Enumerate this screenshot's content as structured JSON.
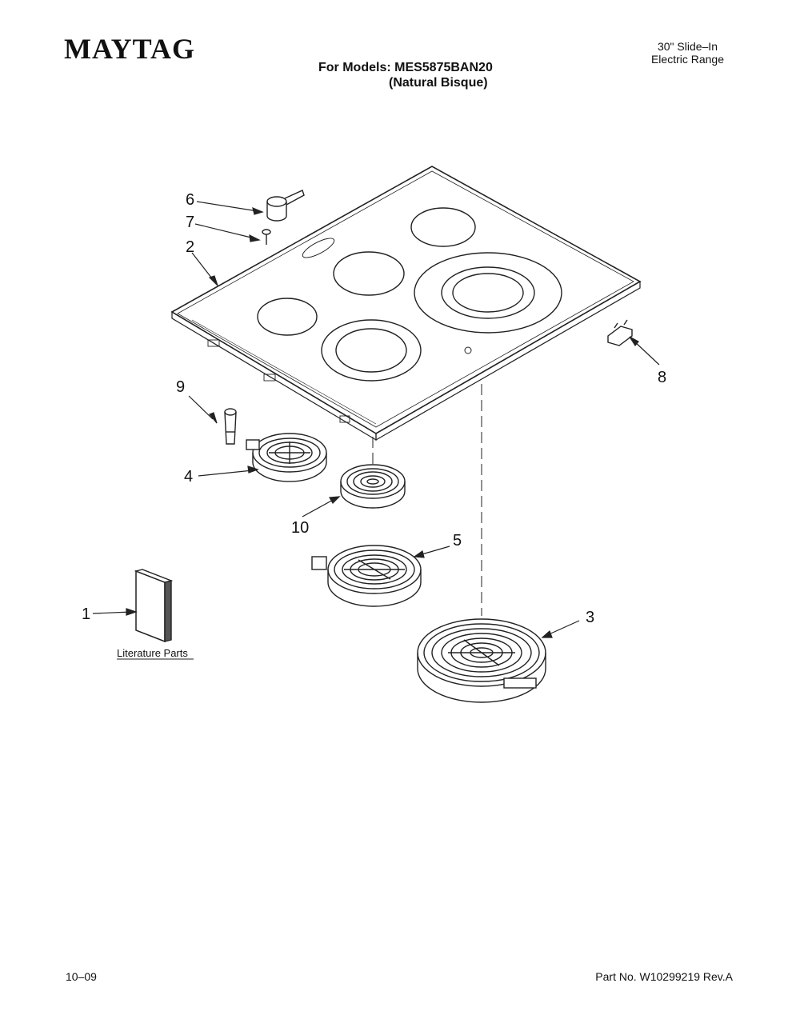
{
  "header": {
    "brand": "MAYTAG",
    "models_line": "For Models: MES5875BAN20",
    "color_line": "(Natural Bisque)",
    "product_line1": "30\" Slide–In",
    "product_line2": "Electric Range"
  },
  "callouts": [
    "1",
    "2",
    "3",
    "4",
    "5",
    "6",
    "7",
    "8",
    "9",
    "10"
  ],
  "literature_label": "Literature Parts",
  "footer": {
    "date": "10–09",
    "part_number": "Part No. W10299219 Rev.A"
  }
}
